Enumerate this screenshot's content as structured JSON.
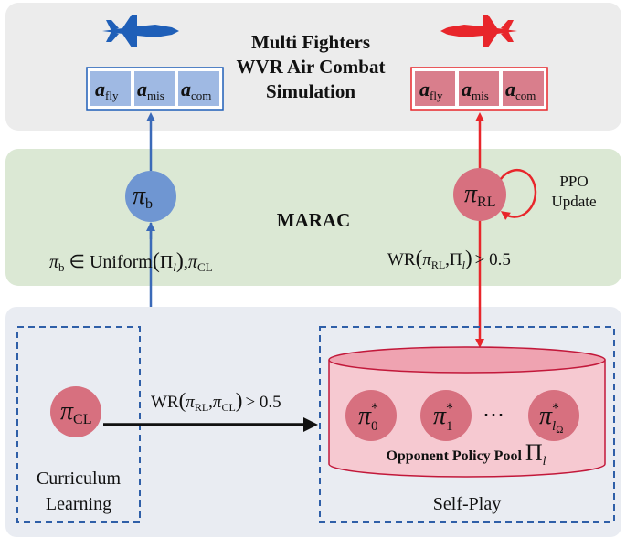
{
  "sim": {
    "title_line1": "Multi Fighters",
    "title_line2": "WVR Air Combat",
    "title_line3": "Simulation",
    "action_main": "a",
    "action_subs": [
      "fly",
      "mis",
      "com"
    ]
  },
  "marac": {
    "label": "MARAC",
    "ppo_line1": "PPO",
    "ppo_line2": "Update"
  },
  "policies": {
    "pi": "π",
    "blue_sub": "b",
    "rl_sub": "RL",
    "cl_sub": "CL",
    "star": "*",
    "pool_subs": [
      "0",
      "1"
    ],
    "pool_last_sub": "l",
    "pool_last_subsub": "Ω",
    "ellipsis": "⋯"
  },
  "conditions": {
    "blue_prefix": "π",
    "blue_sub": "b",
    "blue_mid": " ∈ Uniform",
    "blue_set": "Π",
    "blue_set_sub": "l",
    "blue_tail": ",π",
    "blue_tail_sub": "CL",
    "wr": "WR",
    "rl_sub": "RL",
    "pool_set": "Π",
    "pool_set_sub": "l",
    "threshold": "> 0.5",
    "cl_sub": "CL"
  },
  "boxes": {
    "curriculum_line1": "Curriculum",
    "curriculum_line2": "Learning",
    "selfplay": "Self-Play",
    "pool_label": "Opponent Policy Pool",
    "pool_symbol": "Π",
    "pool_symbol_sub": "l"
  },
  "colors": {
    "blue": "#1f5fb8",
    "red": "#e8262b",
    "blue_node": "#6f96d2",
    "red_node": "#d7707f",
    "green_band": "#dbe8d4",
    "gray_band": "#ececec",
    "bottom_band": "#e9ecf2"
  }
}
